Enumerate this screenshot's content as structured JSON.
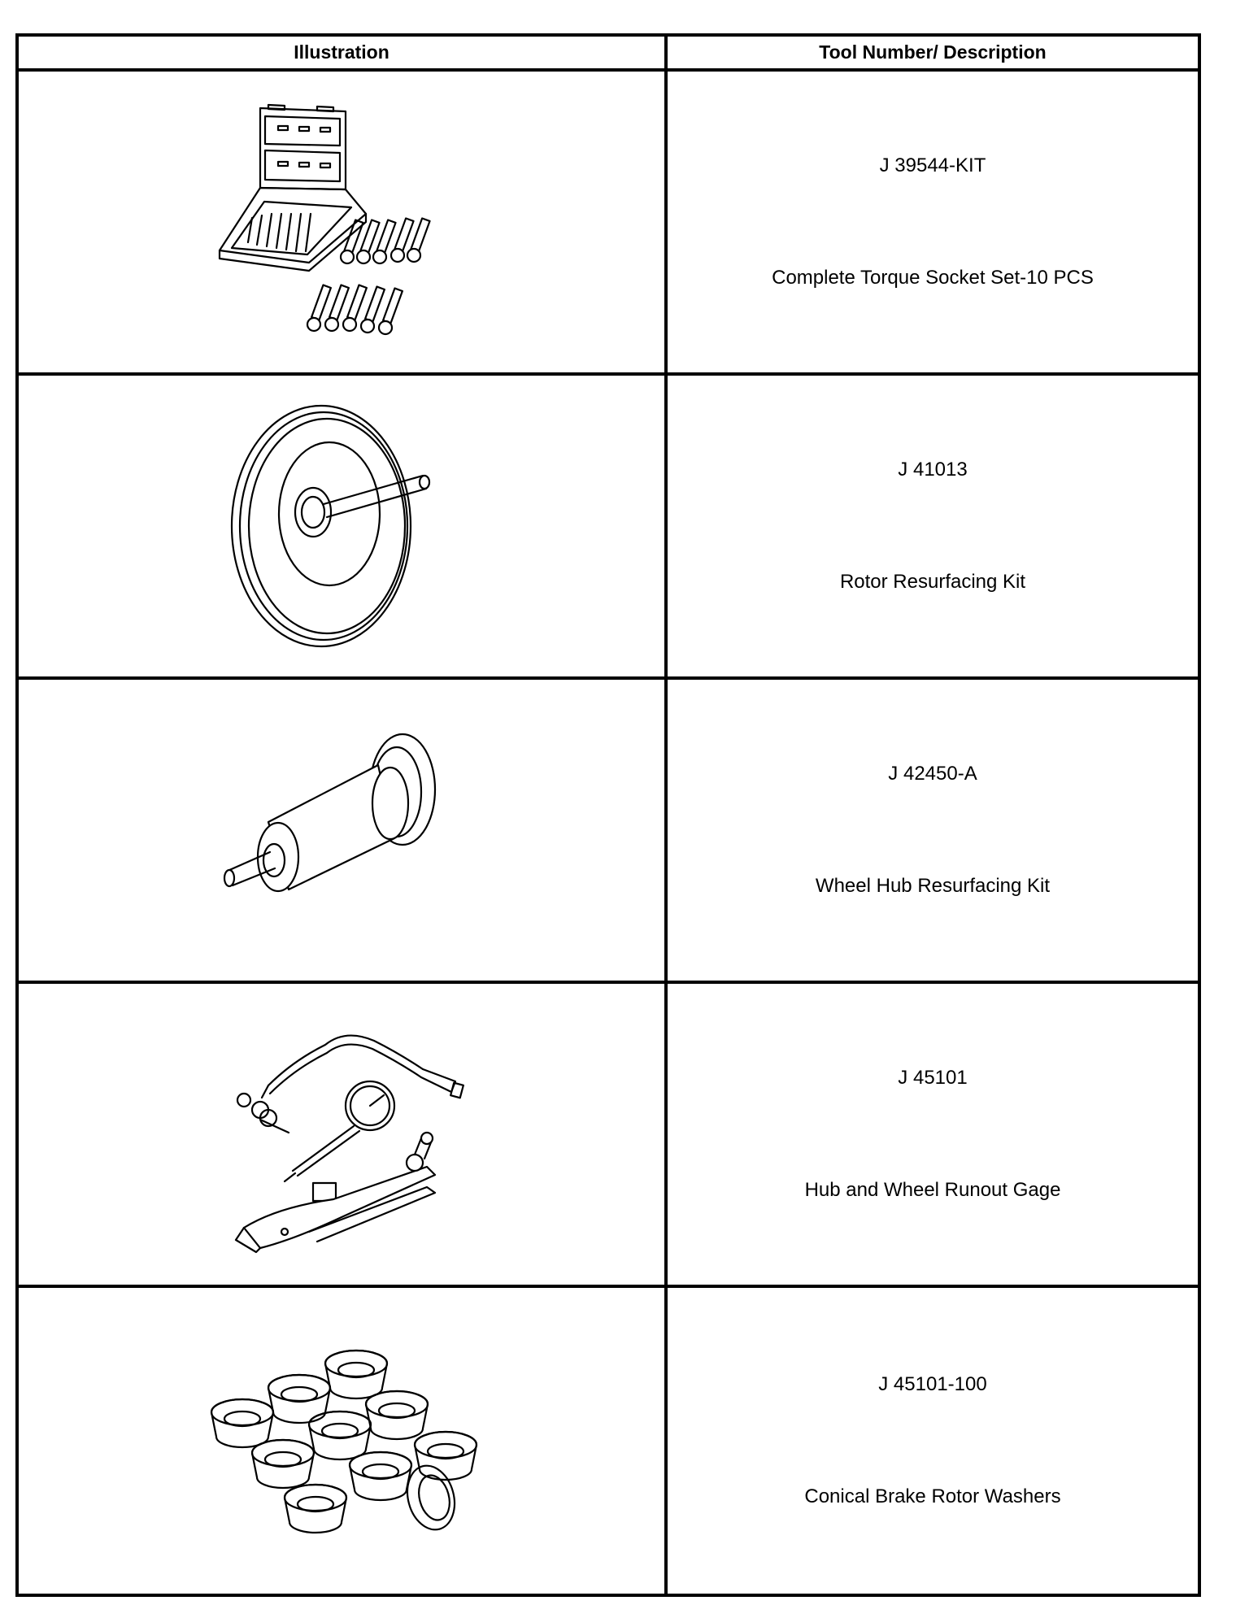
{
  "table": {
    "headers": {
      "illustration": "Illustration",
      "tool": "Tool Number/ Description"
    },
    "rows": [
      {
        "number": "J 39544-KIT",
        "description": "Complete Torque Socket Set-10 PCS",
        "icon": "torque-socket-set-icon"
      },
      {
        "number": "J 41013",
        "description": "Rotor Resurfacing Kit",
        "icon": "rotor-resurfacing-kit-icon"
      },
      {
        "number": "J 42450-A",
        "description": "Wheel Hub Resurfacing Kit",
        "icon": "wheel-hub-resurfacing-kit-icon"
      },
      {
        "number": "J 45101",
        "description": "Hub and Wheel Runout Gage",
        "icon": "runout-gage-icon"
      },
      {
        "number": "J 45101-100",
        "description": "Conical Brake Rotor Washers",
        "icon": "conical-washers-icon"
      }
    ]
  }
}
